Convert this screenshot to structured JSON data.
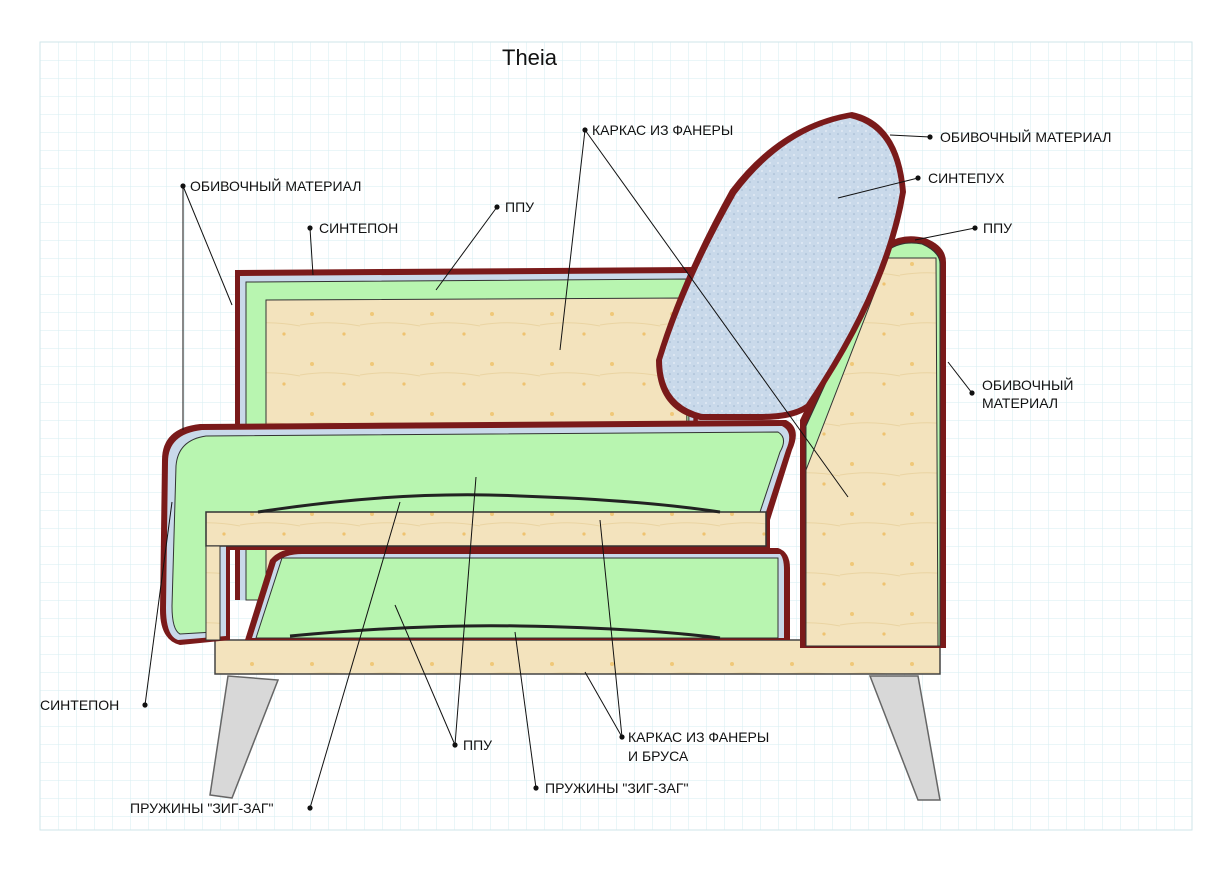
{
  "title": "Theia",
  "labels": {
    "upholstery_left": "ОБИВОЧНЫЙ МАТЕРИАЛ",
    "sintepon_top": "СИНТЕПОН",
    "ppu_back": "ППУ",
    "frame_plywood": "КАРКАС ИЗ ФАНЕРЫ",
    "upholstery_cushion": "ОБИВОЧНЫЙ МАТЕРИАЛ",
    "sintepukh": "СИНТЕПУХ",
    "ppu_arm": "ППУ",
    "upholstery_right_1": "ОБИВОЧНЫЙ",
    "upholstery_right_2": "МАТЕРИАЛ",
    "sintepon_bottom": "СИНТЕПОН",
    "ppu_seat": "ППУ",
    "frame_timber_1": "КАРКАС ИЗ ФАНЕРЫ",
    "frame_timber_2": "И БРУСА",
    "springs_right": "ПРУЖИНЫ \"ЗИГ-ЗАГ\"",
    "springs_left": "ПРУЖИНЫ \"ЗИГ-ЗАГ\""
  },
  "colors": {
    "grid": "#d6eef2",
    "upholstery": "#7a1a1a",
    "foam": "#b8f5b0",
    "wood": "#f3e3bd",
    "sintepukh": "#c9d9ea",
    "leg": "#d8d8d8"
  }
}
